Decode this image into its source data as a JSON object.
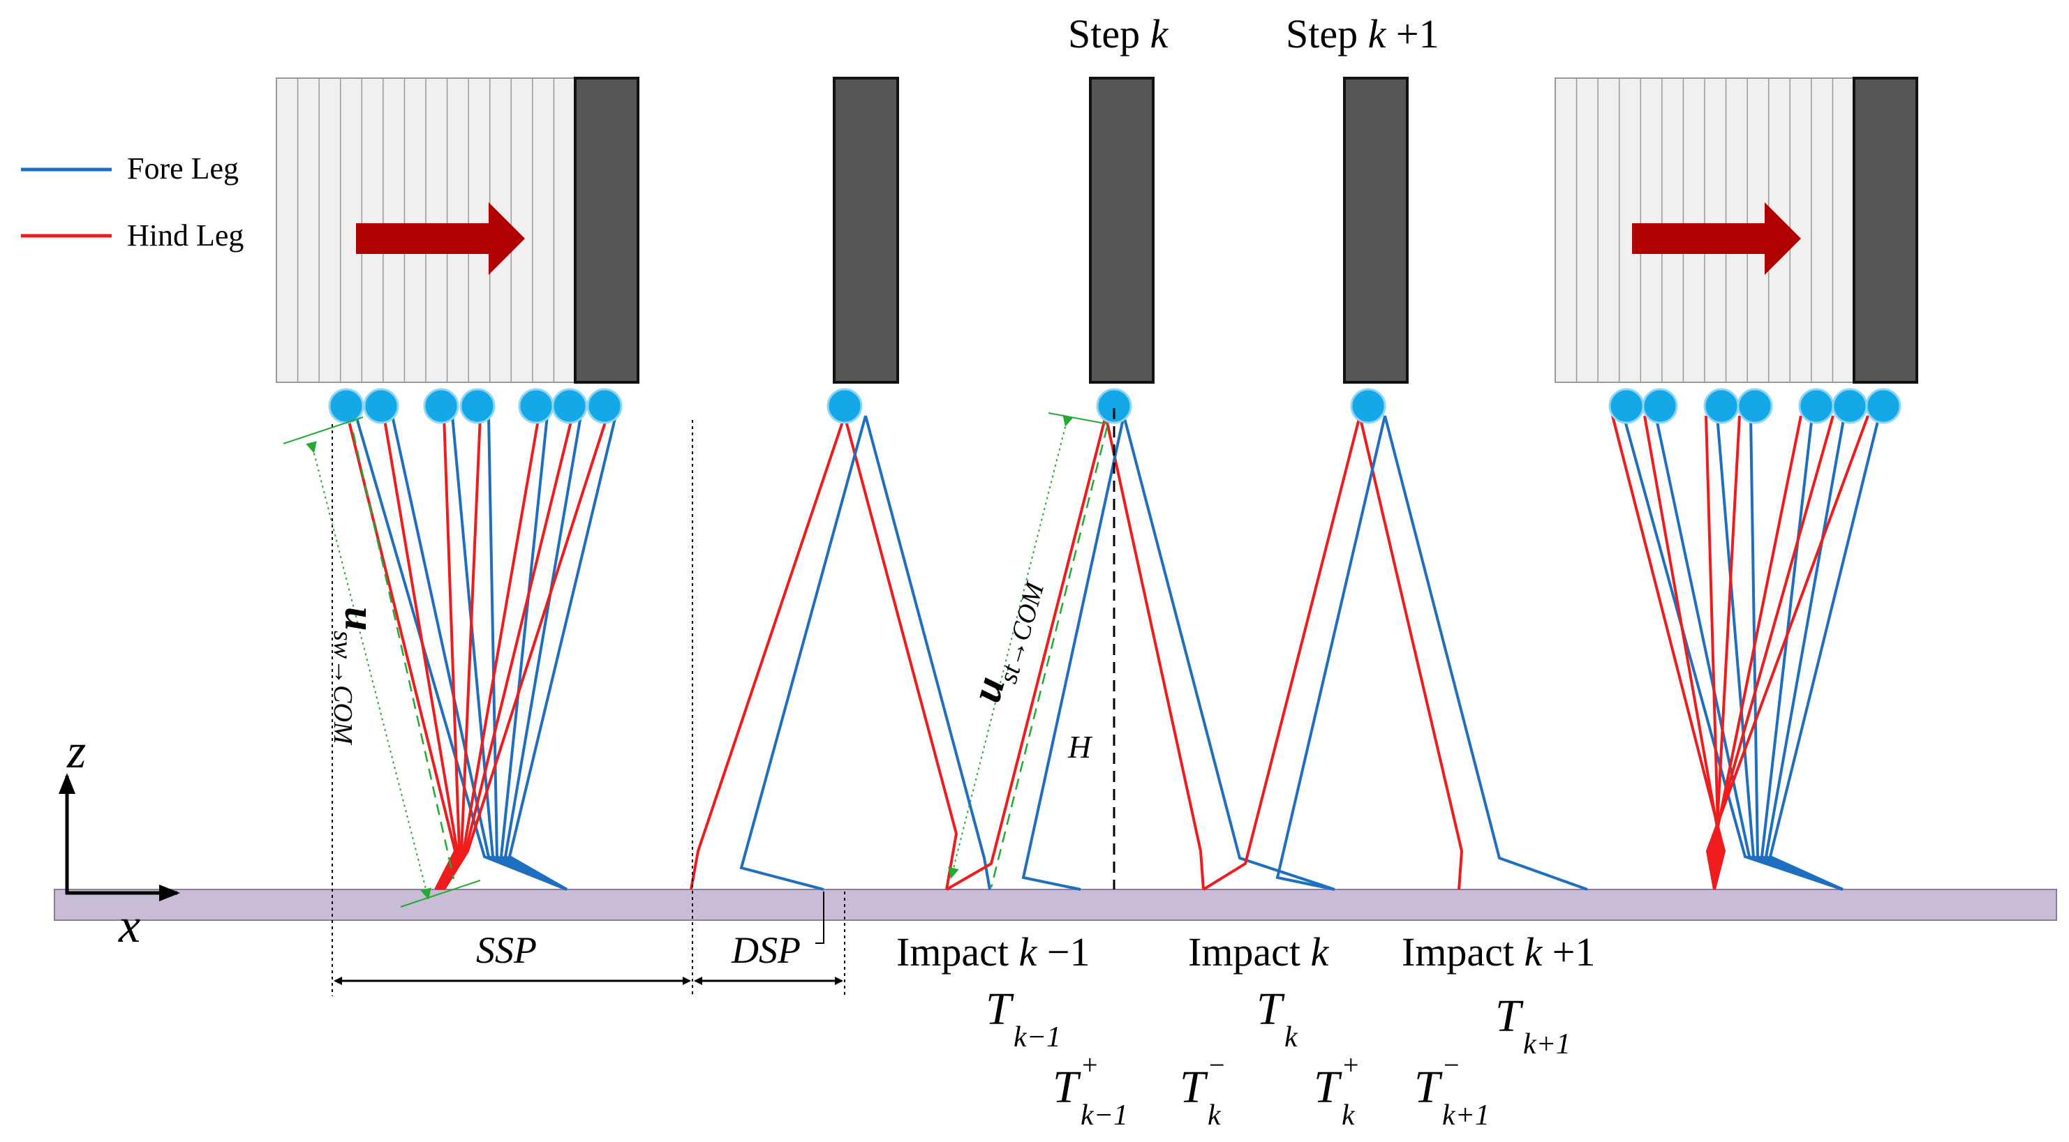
{
  "legend": {
    "items": [
      {
        "label": "Fore Leg",
        "color": "#1f6fc0"
      },
      {
        "label": "Hind Leg",
        "color": "#ee1c1c"
      }
    ]
  },
  "colors": {
    "fore_leg": "#1f6fc0",
    "hind_leg": "#ee1c1c",
    "com_marker": "#14a8e8",
    "body_block": "#555555",
    "ghost_body": "#f0f0f0",
    "ground": "#c9bcd6",
    "motion_arrow": "#b00000",
    "guide_green": "#22aa33"
  },
  "step_labels": {
    "step_k": {
      "text": "Step ",
      "var": "k"
    },
    "step_k1": {
      "text": "Step ",
      "var": "k",
      "suffix": " +1"
    }
  },
  "axes": {
    "z": "z",
    "x": "x"
  },
  "phases": {
    "ssp": "SSP",
    "dsp": "DSP"
  },
  "annotations": {
    "H": "H",
    "u_sw_main": "u",
    "u_sw_sub": "sw→COM",
    "u_st_main": "u",
    "u_st_sub": "st→COM"
  },
  "impacts": [
    {
      "pre": "Impact ",
      "var": "k",
      "suffix": " −1"
    },
    {
      "pre": "Impact ",
      "var": "k",
      "suffix": ""
    },
    {
      "pre": "Impact ",
      "var": "k",
      "suffix": " +1"
    }
  ],
  "times": [
    {
      "base": "T",
      "sub": "k−1",
      "sup": ""
    },
    {
      "base": "T",
      "sub": "k",
      "sup": ""
    },
    {
      "base": "T",
      "sub": "k+1",
      "sup": ""
    }
  ],
  "transitions": [
    {
      "base": "T",
      "sub": "k−1",
      "sup": "+"
    },
    {
      "base": "T",
      "sub": "k",
      "sup": "−"
    },
    {
      "base": "T",
      "sub": "k",
      "sup": "+"
    },
    {
      "base": "T",
      "sub": "k+1",
      "sup": "−"
    }
  ]
}
